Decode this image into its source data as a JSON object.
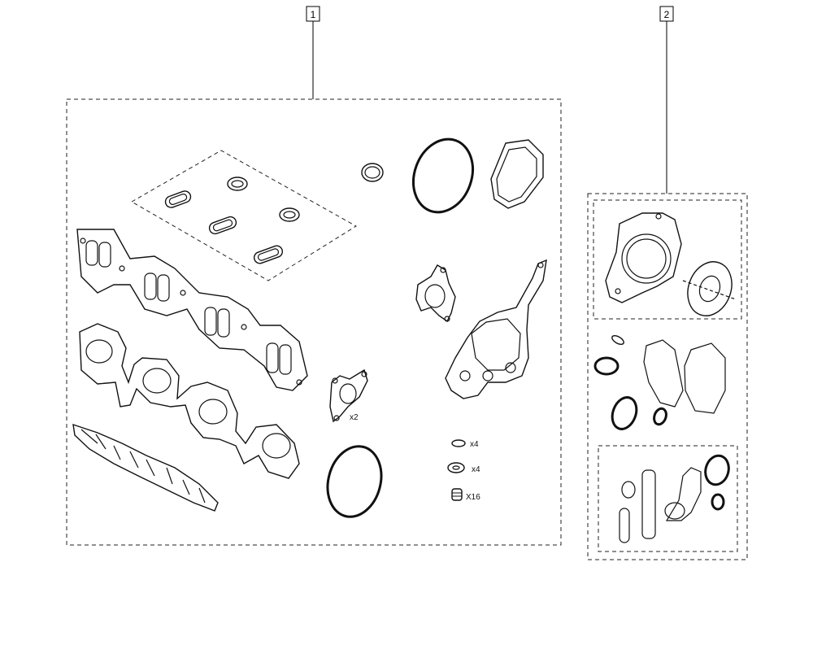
{
  "callouts": [
    {
      "label": "1"
    },
    {
      "label": "2"
    }
  ],
  "quantities": {
    "bracket_gasket": "x2",
    "small_oring": "x4",
    "washer": "x4",
    "valve_seal": "X16"
  }
}
